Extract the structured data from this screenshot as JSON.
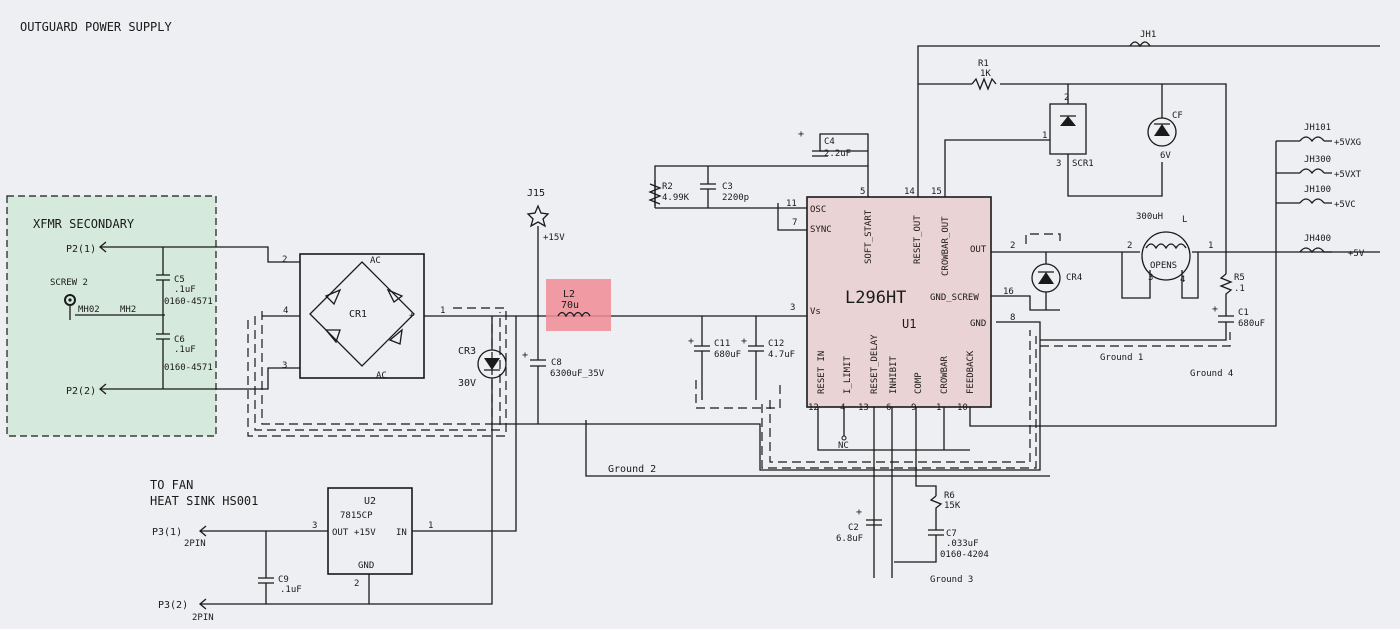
{
  "title": "OUTGUARD POWER SUPPLY",
  "colors": {
    "background": "#edeff2",
    "xfmr_box_fill": "#d6e9dd",
    "ic_fill": "#ead3d5",
    "highlight": "#f08c96",
    "line": "#1a1a1a"
  },
  "xfmr": {
    "title": "XFMR SECONDARY",
    "p2_1": "P2(1)",
    "p2_2": "P2(2)",
    "screw": "SCREW 2",
    "mh02": "MH02",
    "mh2": "MH2",
    "c5": {
      "name": "C5",
      "value": ".1uF",
      "part": "0160-4571"
    },
    "c6": {
      "name": "C6",
      "value": ".1uF",
      "part": "0160-4571"
    }
  },
  "bridge": {
    "name": "CR1",
    "ac_top": "AC",
    "ac_bottom": "AC",
    "pin2": "2",
    "pin3": "3",
    "pin4": "4",
    "pin1": "1",
    "plus": "+"
  },
  "cr3": {
    "name": "CR3",
    "value": "30V"
  },
  "j15": {
    "name": "J15",
    "rail": "+15V"
  },
  "l2": {
    "name": "L2",
    "value": "70u"
  },
  "c8": {
    "name": "C8",
    "value": "6300uF_35V"
  },
  "c11": {
    "name": "C11",
    "value": "680uF"
  },
  "c12": {
    "name": "C12",
    "value": "4.7uF"
  },
  "c4": {
    "name": "C4",
    "value": "2.2uF"
  },
  "r2": {
    "name": "R2",
    "value": "4.99K"
  },
  "c3": {
    "name": "C3",
    "value": "2200p"
  },
  "u1": {
    "part": "L296HT",
    "name": "U1",
    "pins": {
      "osc": "OSC",
      "sync": "SYNC",
      "vs": "Vs",
      "soft_start": "SOFT_START",
      "reset_out": "RESET_OUT",
      "crowbar_out": "CROWBAR_OUT",
      "out": "OUT",
      "gnd_screw": "GND_SCREW",
      "gnd": "GND",
      "reset_in": "RESET IN",
      "i_limit": "I_LIMIT",
      "reset_delay": "RESET_DELAY",
      "inhibit": "INHIBIT",
      "comp": "COMP",
      "crowbar": "CROWBAR",
      "feedback": "FEEDBACK"
    },
    "pin_numbers": {
      "p11": "11",
      "p7": "7",
      "p3": "3",
      "p5": "5",
      "p14": "14",
      "p15": "15",
      "p2": "2",
      "p16": "16",
      "p8": "8",
      "p12": "12",
      "p4": "4",
      "p13": "13",
      "p6": "6",
      "p9": "9",
      "p1": "1",
      "p10": "10"
    }
  },
  "nc": "NC",
  "jh1": "JH1",
  "r1": {
    "name": "R1",
    "value": "1K"
  },
  "scr1": {
    "name": "SCR1",
    "pin2": "2",
    "pin1": "1",
    "pin3": "3"
  },
  "cf": {
    "name": "CF",
    "value": "6V"
  },
  "cr4": {
    "name": "CR4"
  },
  "l_out": {
    "name": "L",
    "value": "300uH",
    "opens": "OPENS",
    "pin2": "2",
    "pin1": "1",
    "pin3": "3",
    "pin4": "4"
  },
  "r5": {
    "name": "R5",
    "value": ".1"
  },
  "c1": {
    "name": "C1",
    "value": "680uF"
  },
  "jumpers": [
    {
      "name": "JH101",
      "rail": "+5VXG"
    },
    {
      "name": "JH300",
      "rail": "+5VXT"
    },
    {
      "name": "JH100",
      "rail": "+5VC"
    },
    {
      "name": "JH400",
      "rail": "+5V"
    }
  ],
  "grounds": {
    "g1": "Ground 1",
    "g2": "Ground 2",
    "g3": "Ground 3",
    "g4": "Ground 4"
  },
  "c2": {
    "name": "C2",
    "value": "6.8uF"
  },
  "r6": {
    "name": "R6",
    "value": "15K"
  },
  "c7": {
    "name": "C7",
    "value": ".033uF",
    "part": "0160-4204"
  },
  "fan": {
    "line1": "TO FAN",
    "line2": "HEAT SINK HS001"
  },
  "u2": {
    "name": "U2",
    "part": "7815CP",
    "out": "OUT",
    "rail": "+15V",
    "in": "IN",
    "gnd": "GND",
    "pin3": "3",
    "pin1": "1",
    "pin2": "2"
  },
  "p3_1": "P3(1)",
  "p3_2": "P3(2)",
  "pin_label_1": "2PIN",
  "pin_label_2": "2PIN",
  "c9": {
    "name": "C9",
    "value": ".1uF"
  }
}
